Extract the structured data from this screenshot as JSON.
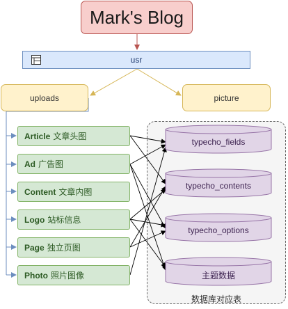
{
  "title": "Mark's Blog",
  "usr": {
    "label": "usr",
    "icon": "table-icon"
  },
  "uploads": "uploads",
  "picture": "picture",
  "folders": [
    {
      "en": "Article",
      "cn": "文章头图"
    },
    {
      "en": "Ad",
      "cn": "广告图"
    },
    {
      "en": "Content",
      "cn": "文章内图"
    },
    {
      "en": "Logo",
      "cn": "站标信息"
    },
    {
      "en": "Page",
      "cn": "独立页图"
    },
    {
      "en": "Photo",
      "cn": "照片图像"
    }
  ],
  "database": {
    "caption": "数据库对应表",
    "tables": [
      "typecho_fields",
      "typecho_contents",
      "typecho_options",
      "主题数据"
    ]
  },
  "colors": {
    "title_fill": "#f8cecc",
    "usr_fill": "#dae8fc",
    "yellow_fill": "#fff2cc",
    "green_fill": "#d5e8d4",
    "db_fill": "#e1d5e7"
  }
}
